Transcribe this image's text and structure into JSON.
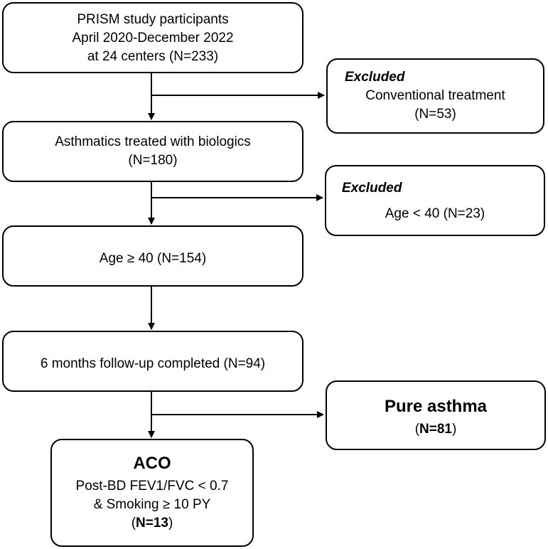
{
  "boxes": {
    "prism": {
      "line1": "PRISM study participants",
      "line2": "April 2020-December 2022",
      "line3": "at 24 centers (N=233)"
    },
    "excluded1": {
      "heading": "Excluded",
      "line1": "Conventional treatment",
      "line2": "(N=53)"
    },
    "biologics": {
      "line1": "Asthmatics treated with biologics",
      "line2": "(N=180)"
    },
    "excluded2": {
      "heading": "Excluded",
      "line1": "Age < 40 (N=23)"
    },
    "age": {
      "line1": "Age ≥ 40 (N=154)"
    },
    "followup": {
      "line1": "6 months follow-up completed (N=94)"
    },
    "pure_asthma": {
      "title": "Pure asthma",
      "paren_open": "(",
      "count": "N=81",
      "paren_close": ")"
    },
    "aco": {
      "title": "ACO",
      "line1": "Post-BD FEV1/FVC < 0.7",
      "line2": "& Smoking ≥ 10 PY",
      "paren_open": "(",
      "count": "N=13",
      "paren_close": ")"
    }
  }
}
